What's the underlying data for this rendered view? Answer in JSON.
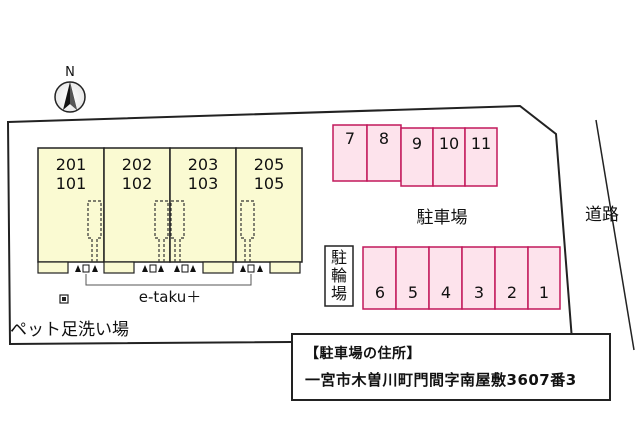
{
  "compass": {
    "label": "N"
  },
  "units": [
    {
      "upper": "201",
      "lower": "101"
    },
    {
      "upper": "202",
      "lower": "102"
    },
    {
      "upper": "203",
      "lower": "103"
    },
    {
      "upper": "205",
      "lower": "105"
    }
  ],
  "parking": {
    "label": "駐車場",
    "top_row": [
      "7",
      "8",
      "9",
      "10",
      "11"
    ],
    "bottom_row": [
      "6",
      "5",
      "4",
      "3",
      "2",
      "1"
    ]
  },
  "bicycle_parking": {
    "label": "駐輪場"
  },
  "road": {
    "label": "道路"
  },
  "delivery_box": {
    "label": "e-taku＋"
  },
  "pet_wash": {
    "label": "ペット足洗い場"
  },
  "address": {
    "title": "【駐車場の住所】",
    "line": "一宮市木曽川町門間字南屋敷3607番3"
  },
  "colors": {
    "unit_fill": "#fafad2",
    "parking_fill": "#fde3ec",
    "parking_stroke": "#c2185b",
    "line": "#222222"
  }
}
